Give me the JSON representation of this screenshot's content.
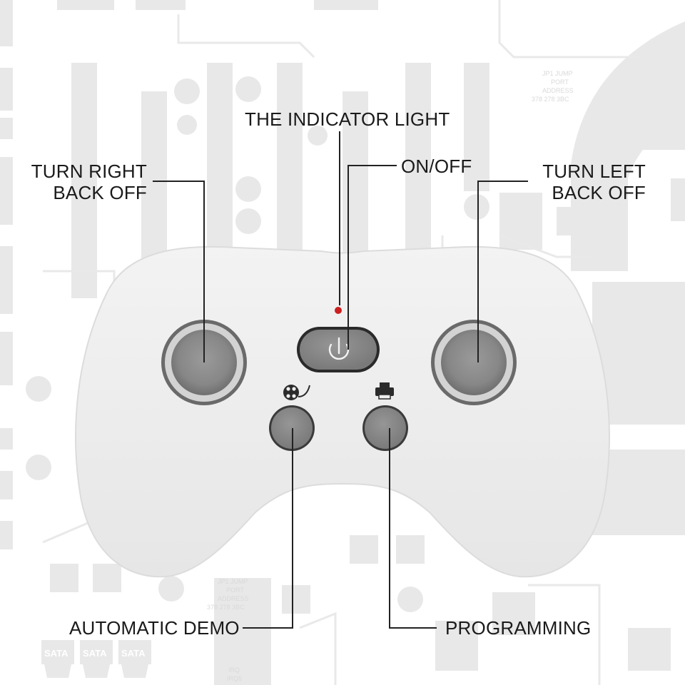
{
  "labels": {
    "turn_right_back_off": "TURN RIGHT\nBACK OFF",
    "turn_right": "TURN RIGHT",
    "back_off_left": "BACK OFF",
    "indicator_light": "THE INDICATOR LIGHT",
    "on_off": "ON/OFF",
    "turn_left": "TURN LEFT",
    "back_off_right": "BACK OFF",
    "automatic_demo": "AUTOMATIC DEMO",
    "programming": "PROGRAMMING"
  },
  "background_print": {
    "jump_title_1": "JP1 JUMP",
    "port_1": "PORT",
    "address_1": "ADDRESS",
    "cols_1": "378  278  3BC",
    "jump_title_2": "JP1 JUMP",
    "port_2": "PORT",
    "address_2": "ADDRESS",
    "cols_2": "378  278  3BC",
    "irq": "IRQ",
    "irq_values": "IRQ5",
    "sata_1": "SATA",
    "sata_2": "SATA",
    "sata_3": "SATA"
  },
  "colors": {
    "controller_body": "#eeeeee",
    "button_gray": "#8a8a8a",
    "indicator_red": "#cc1f1f",
    "leader_line": "#222222",
    "board_trace": "#e7e7e7"
  },
  "icons": {
    "demo": "film-reel-icon",
    "programming": "printer-icon",
    "power": "power-icon"
  }
}
